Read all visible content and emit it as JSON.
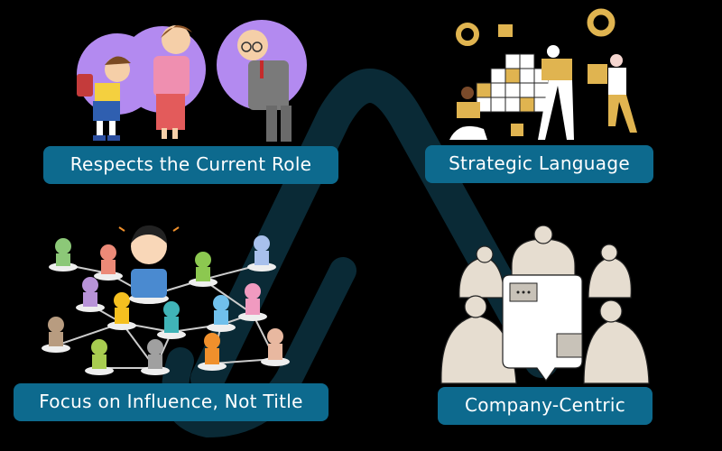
{
  "diagram": {
    "background_color": "#000000",
    "label_color": "#0d6a8e",
    "label_text_color": "#ffffff",
    "watermark_color": "#0a2a36",
    "quadrants": [
      {
        "position": "top-left",
        "label": "Respects the Current Role",
        "illustration": "bowing-people-icon"
      },
      {
        "position": "top-right",
        "label": "Strategic Language",
        "illustration": "building-blocks-team-icon"
      },
      {
        "position": "bottom-left",
        "label": "Focus on Influence, Not Title",
        "illustration": "network-influence-icon"
      },
      {
        "position": "bottom-right",
        "label": "Company-Centric",
        "illustration": "team-meeting-icon"
      }
    ]
  }
}
